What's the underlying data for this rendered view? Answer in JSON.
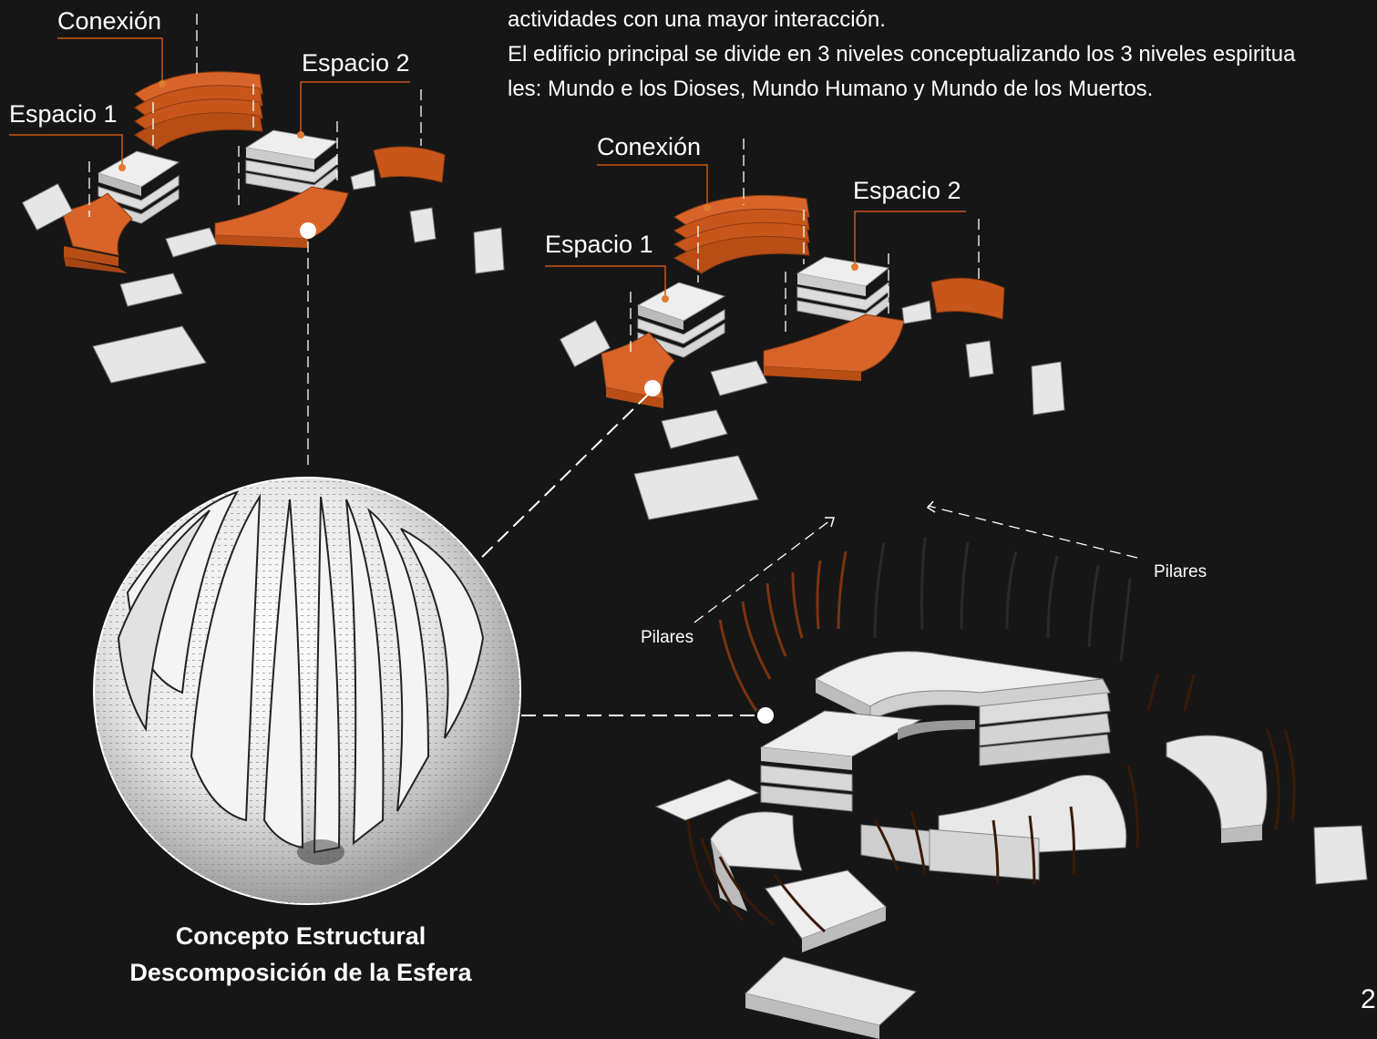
{
  "intro": {
    "line1": "actividades con una mayor interacción.",
    "line2": "El edificio principal se divide  en 3 niveles conceptualizando los 3 niveles espiritua",
    "line3": "les: Mundo e los Dioses, Mundo Humano y Mundo de los Muertos."
  },
  "diagram_left": {
    "label_connection": "Conexión",
    "label_space2": "Espacio 2",
    "label_space1": "Espacio 1"
  },
  "diagram_right": {
    "label_connection": "Conexión",
    "label_space2": "Espacio 2",
    "label_space1": "Espacio 1"
  },
  "pillars": {
    "label_left": "Pilares",
    "label_right": "Pilares"
  },
  "caption": {
    "line1": "Concepto Estructural",
    "line2": "Descomposición de la Esfera"
  },
  "page_number": "2",
  "colors": {
    "background": "#161616",
    "accent_orange": "#c8561a",
    "block_white": "#e6e6e6",
    "text": "#ffffff"
  }
}
